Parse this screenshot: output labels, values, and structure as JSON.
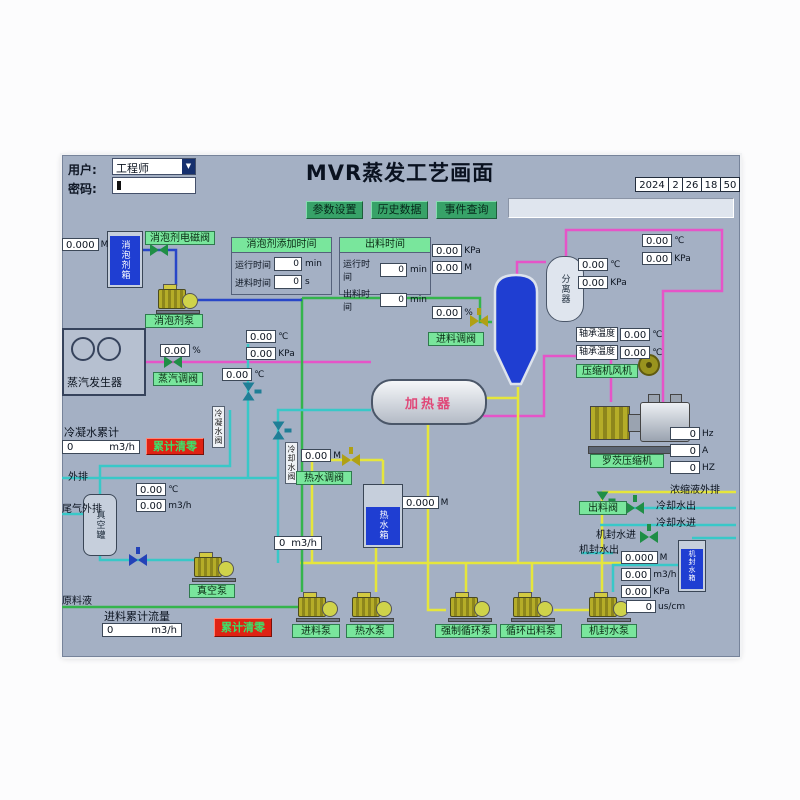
{
  "header": {
    "user_label": "用户:",
    "user_value": "工程师",
    "password_label": "密码:",
    "title": "MVR蒸发工艺画面",
    "date": {
      "year": "2024",
      "month": "2",
      "day": "26",
      "hour": "18",
      "minute": "50"
    },
    "menu": {
      "params": "参数设置",
      "history": "历史数据",
      "events": "事件查询"
    }
  },
  "timers": {
    "antifoam": {
      "title": "消泡剂添加时间",
      "r1l": "运行时间",
      "r1v": "0",
      "r1u": "min",
      "r2l": "进料时间",
      "r2v": "0",
      "r2u": "s"
    },
    "discharge": {
      "title": "出料时间",
      "r1l": "运行时间",
      "r1v": "0",
      "r1u": "min",
      "r2l": "出料时间",
      "r2v": "0",
      "r2u": "min"
    }
  },
  "glabels": {
    "antifoam_valve": "消泡剂电磁阀",
    "antifoam_pump": "消泡剂泵",
    "steam_valve": "蒸汽调阀",
    "feed_valve": "进料调阀",
    "hot_water_valve": "热水调阀",
    "discharge_valve": "出料阀",
    "vacuum_pump": "真空泵",
    "feed_pump": "进料泵",
    "hot_water_pump": "热水泵",
    "forced_circ_pump": "强制循环泵",
    "circ_discharge_pump": "循环出料泵",
    "seal_water_pump": "机封水泵",
    "roots_compressor": "罗茨压缩机",
    "compressor_fan": "压缩机风机"
  },
  "texts": {
    "steam_generator": "蒸汽发生器",
    "condensate_total": "冷凝水累计",
    "external_discharge": "外排",
    "tail_gas_discharge": "尾气外排",
    "raw_liquid": "原料液",
    "feed_total": "进料累计流量",
    "concentrate_discharge": "浓缩液外排",
    "cooling_water_out": "冷却水出",
    "cooling_water_in": "冷却水进",
    "seal_water_in": "机封水进",
    "seal_water_out": "机封水出",
    "bearing_temp1": "轴承温度",
    "bearing_temp2": "轴承温度",
    "heater": "加热器",
    "reset": "累计清零"
  },
  "vlabels": {
    "antifoam_tank": "消泡剂箱",
    "vacuum_tank": "真空罐",
    "hot_water_tank": "热水箱",
    "separator": "分离器",
    "seal_tank": "机封水箱",
    "condensate_valve": "冷凝水阀",
    "cooling_valve": "冷却水阀"
  },
  "displays": {
    "antifoam_level": {
      "v": "0.000",
      "u": "M"
    },
    "steam_pct": {
      "v": "0.00",
      "u": "%"
    },
    "heater_temp": {
      "v": "0.00",
      "u": "℃"
    },
    "heater_press": {
      "v": "0.00",
      "u": "KPa"
    },
    "cond_temp": {
      "v": "0.00",
      "u": "℃"
    },
    "evap_press": {
      "v": "0.00",
      "u": "KPa"
    },
    "evap_level": {
      "v": "0.00",
      "u": "M"
    },
    "evap_pct": {
      "v": "0.00",
      "u": "%"
    },
    "top_right_temp": {
      "v": "0.00",
      "u": "℃"
    },
    "top_right_press": {
      "v": "0.00",
      "u": "KPa"
    },
    "comp_in_temp": {
      "v": "0.00",
      "u": "℃"
    },
    "comp_in_press": {
      "v": "0.00",
      "u": "KPa"
    },
    "bearing1": {
      "v": "0.00",
      "u": "℃"
    },
    "bearing2": {
      "v": "0.00",
      "u": "℃"
    },
    "freq": {
      "v": "0",
      "u": "Hz"
    },
    "current": {
      "v": "0",
      "u": "A"
    },
    "freq2": {
      "v": "0",
      "u": "HZ"
    },
    "condensate_total": {
      "v": "0",
      "u": "m3/h"
    },
    "exhaust_temp": {
      "v": "0.00",
      "u": "℃"
    },
    "exhaust_flow": {
      "v": "0.00",
      "u": "m3/h"
    },
    "hot_water_level": {
      "v": "0.00",
      "u": "M"
    },
    "hot_water_tank_level": {
      "v": "0.000",
      "u": "M"
    },
    "mid_flow": {
      "v": "0",
      "u": "m3/h"
    },
    "feed_total": {
      "v": "0",
      "u": "m3/h"
    },
    "seal_level": {
      "v": "0.000",
      "u": "M"
    },
    "seal_flow": {
      "v": "0.00",
      "u": "m3/h"
    },
    "seal_press": {
      "v": "0.00",
      "u": "KPa"
    },
    "conductivity": {
      "v": "0",
      "u": "us/cm"
    }
  },
  "colors": {
    "panel_bg": "#a4b0c4",
    "label_green": "#79e69c",
    "button_green": "#37a268",
    "reset_red": "#df2213",
    "reset_text_green": "#3ee06a",
    "tank_blue": "#1f3ed2",
    "pipe_magenta": "#e654c8",
    "pipe_yellow": "#e6e63c",
    "pipe_green": "#34b44c",
    "pipe_cyan": "#38c8c8",
    "pipe_blue": "#2846c8",
    "heater_text": "#e04878"
  }
}
